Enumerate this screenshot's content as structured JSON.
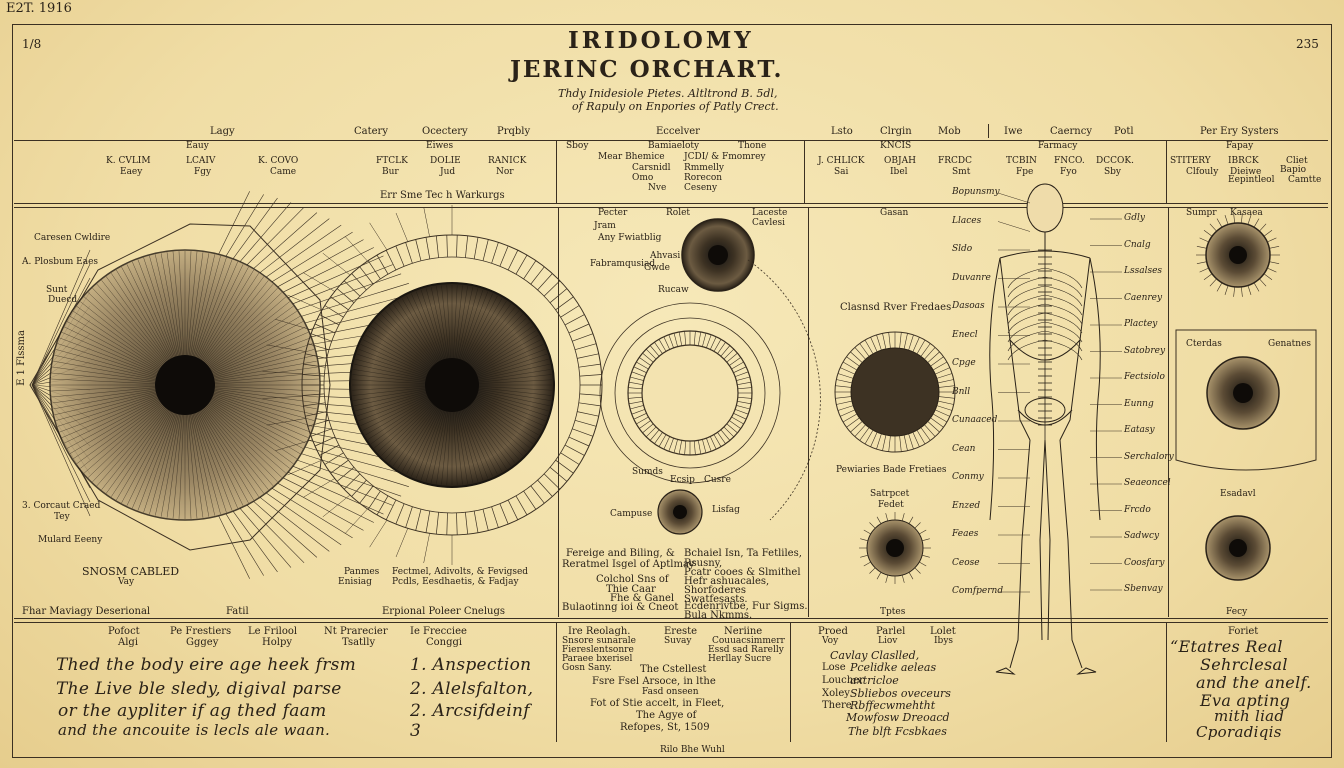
{
  "corner_top_left": "E2T. 1916",
  "frame_top_left": "1/8",
  "frame_top_right": "235",
  "title_line1": "IRIDOLOMY",
  "title_line2": "JERINC ORCHART.",
  "subtitle_line1": "Thdy Inidesiole Pietes. Altltrond B. 5dl,",
  "subtitle_line2": "of Rapuly on Enpories of Patly Crect.",
  "header_row": [
    "Lagy",
    "Catery",
    "Ocectery",
    "Prqbly",
    "Eccelver",
    "Lsto",
    "Clrgin",
    "Mob",
    "Iwe",
    "Caerncy",
    "Potl",
    "Per Ery Systers"
  ],
  "sub_header": [
    "Eauy",
    "Eiwes",
    "Sboy",
    "Bamiaeloty",
    "Thone",
    "KNCIS",
    "Farmacy",
    "Fapay"
  ],
  "cells": [
    [
      "K. CVLIM",
      "Eaey",
      "LCAIV",
      "Fgy",
      "K. COVO",
      "Came"
    ],
    [
      "FTCLK",
      "Bur",
      "DOLIE",
      "Jud",
      "RANICK",
      "Nor"
    ],
    [
      "Mear Bhemice",
      "Carsnidl",
      "Omo",
      "Nve",
      "JCDI/ & Fmomrey",
      "Rmmelly",
      "Rorecon",
      "Ceseny"
    ],
    [
      "J. CHLICK",
      "Sai",
      "OBJAH",
      "Ibel",
      "FRCDC",
      "Smt"
    ],
    [
      "TCBIN",
      "Fpe",
      "FNCO.",
      "Fyo",
      "DCCOK.",
      "Sby"
    ],
    [
      "STITERY",
      "Clfouly",
      "IBRCK",
      "Dieiwe",
      "Eepintleol",
      "Cliet",
      "Bapio",
      "Camtte"
    ]
  ],
  "mid_caption": "Err Sme Tec h Warkurgs",
  "panel_labels": {
    "left_top": "Caresen Cwldire",
    "left_a": "A. Plosbum Eaes",
    "left_sunt": "Sunt",
    "left_dueed": "Duecd",
    "left_b": "3. Corcaut Craed",
    "left_tey": "Tey",
    "left_mortal": "Mulard Eeeny",
    "left_sidebar": "E 1 Flssma",
    "left_bottom": "SNOSM CABLED",
    "left_bottom2": "Vay",
    "mid_bottom1": "Panmes",
    "mid_bottom2": "Fectmel, Adivolts, & Fevigsed",
    "mid_bottom3": "Enisiag",
    "mid_bottom4": "Pcdls, Eesdhaetis, & Fadjay",
    "center_top1": "Pecter",
    "center_top2": "Rolet",
    "center_top3": "Jram",
    "center_top4": "Any Fwiatblig",
    "center_top5": "Laceste",
    "center_top6": "Cavlesi",
    "center_label1": "Fabramqusiad",
    "center_label2": "Gwde",
    "center_label3": "Ahvasi",
    "center_label4": "Rucaw",
    "center_bottom1": "Sumds",
    "center_bottom2": "Ecsip",
    "center_bottom3": "Cusre",
    "center_bottom4": "Campuse",
    "center_bottom5": "Lisfag",
    "right_mid_title": "Gasan",
    "right_mid_head": "Clasnsd Rver Fredaes",
    "right_mid_foot": "Pewiaries Bade Fretiaes",
    "right_mid_small_title": "Satrpcet",
    "right_mid_small_title2": "Fedet",
    "right_mid_bottom": "Tptes",
    "right_panel_top1": "Sumpr",
    "right_panel_top2": "Kasaea",
    "right_panel_mid1": "Cterdas",
    "right_panel_mid2": "Genatnes",
    "right_panel_bottom": "Esadavl",
    "right_panel_foot": "Fecy"
  },
  "body_labels_left": [
    "Bopunsmy",
    "Llaces",
    "Sldo",
    "Duvanre",
    "Dasoas",
    "Enecl",
    "Cpge",
    "Bnll",
    "Cunaaced",
    "Cean",
    "Conmy",
    "Enzed",
    "Feaes",
    "Ceose",
    "Comfpernd"
  ],
  "body_labels_right": [
    "Gdly",
    "Cnalg",
    "Lssalses",
    "Caenrey",
    "Plactey",
    "Satobrey",
    "Fectsiolo",
    "Eunng",
    "Eatasy",
    "Serchalory",
    "Seaeoncel",
    "Frcdo",
    "Sadwcy",
    "Coosfary",
    "Sbenvay"
  ],
  "section_labels": [
    "Fhar Maviagy Deserional",
    "Fatil",
    "Erpional Poleer Cnelugs"
  ],
  "lower_left_heads": [
    "Pofoct",
    "Pe Frestiers",
    "Le Frilool",
    "Nt Prarecier",
    "Ie Frecciee"
  ],
  "lower_left_heads2": [
    "Algi",
    "Gggey",
    "Holpy",
    "Tsatlly",
    "Conggi"
  ],
  "handwriting_left": [
    "Thed the body eire age heek frsm",
    "The Live ble sledy, digival parse",
    "or the aypliter if ag thed faam",
    "and the ancouite is lecls ale waan."
  ],
  "handwriting_numbers": [
    "1. Anspection",
    "2. Alelsfalton,",
    "2. Arcsifdeinf",
    "3"
  ],
  "center_lower": {
    "col1": [
      "Fereige and Biling, &",
      "Reratmel Isgel of Aptlmay",
      "Colchol Sns of",
      "Thie Caar",
      "Fhe & Ganel",
      "Bulaotinng ioi & Cneot"
    ],
    "col2": [
      "Bchaiel Isn, Ta Fetliles,",
      "Rsusny,",
      "Pcatr cooes & Slmithel",
      "Hefr ashuacales,",
      "Shorfoderes",
      "Swatfesasts.",
      "Ecdenrivtbe, Fur Sigms.",
      "Bula Nkmms."
    ]
  },
  "lower_mid_heads": [
    "Ire Reolagh.",
    "Ereste",
    "Neriine"
  ],
  "lower_mid_rows": [
    "Snsore sunarale",
    "Suvay",
    "Couuacsimmerr",
    "Fiereslentsonre",
    "Essd sad Rarelly",
    "Paraee bxerisel",
    "Herllay Sucre",
    "Gosn Sany.",
    "The Cstellest",
    "Fsre Fsel Arsoce, in lthe",
    "Fasd onseen",
    "Fot of Stie accelt, in Fleet,",
    "The Agye of",
    "Refopes, St, 1509"
  ],
  "lower_right_heads": [
    "Proed",
    "Parlel",
    "Lolet"
  ],
  "lower_right_heads2": [
    "Voy",
    "Liov",
    "Ibys"
  ],
  "lower_right_keys": [
    "Lose",
    "Loucher",
    "Xoley",
    "There"
  ],
  "handwriting_right_mid": [
    "Cavlay Claslled,",
    "Pcelidke aeleas",
    "axtricloe",
    "Sbliebos oveceurs",
    "Rbffecwmehtht",
    "Mowfosw Dreoacd",
    "The blft Fcsbkaes"
  ],
  "handwriting_right": [
    "“Etatres Real",
    "Sehrclesal",
    "and the anelf.",
    "Eva apting",
    "mith liad",
    "Cporadiqis"
  ],
  "footer_center": "Rilo Bhe Wuhl",
  "footer_right": "Foriet"
}
